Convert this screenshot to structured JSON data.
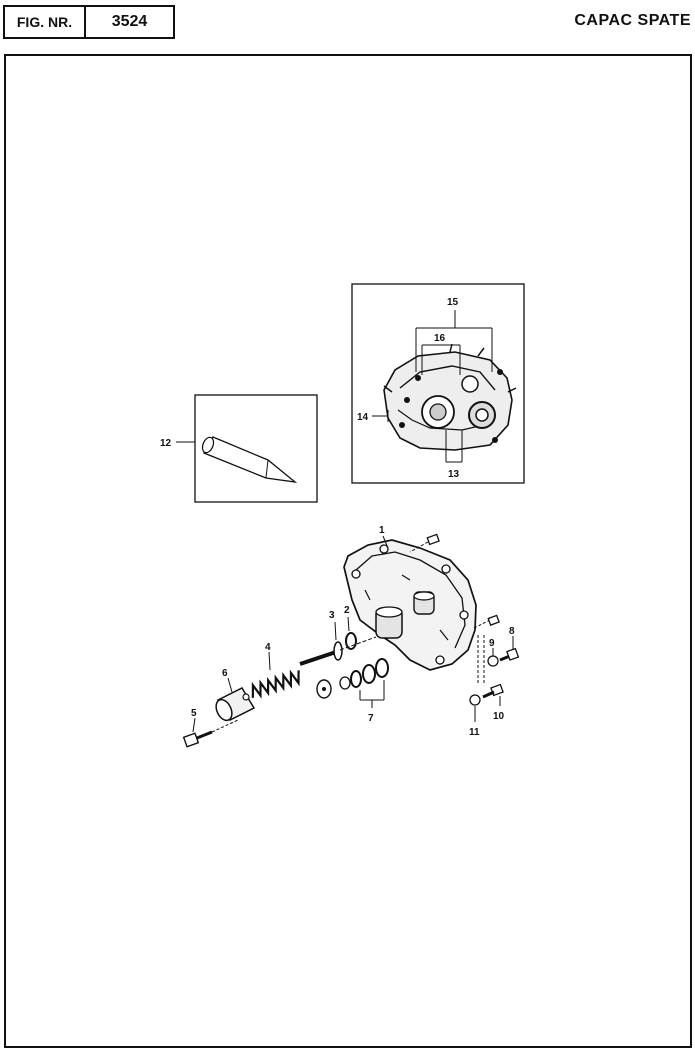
{
  "header": {
    "fig_label": "FIG. NR.",
    "fig_number": "3524",
    "title": "CAPAC SPATE"
  },
  "callouts": {
    "c1": "1",
    "c2": "2",
    "c3": "3",
    "c4": "4",
    "c5": "5",
    "c6": "6",
    "c7": "7",
    "c8": "8",
    "c9": "9",
    "c10": "10",
    "c11": "11",
    "c12": "12",
    "c13": "13",
    "c14": "14",
    "c15": "15",
    "c16": "16"
  }
}
